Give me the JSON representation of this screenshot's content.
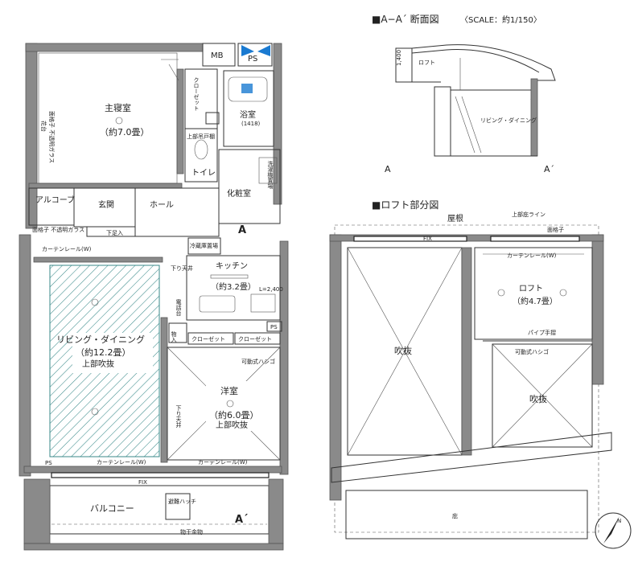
{
  "section": {
    "title": "■A−A´ 断面図",
    "scale": "〈SCALE：約1/150〉",
    "loft": "ロフト",
    "living_dining": "リビング・ダイニング",
    "marker_left": "A",
    "marker_right": "A´",
    "height_note": "1,400"
  },
  "loft_plan": {
    "title": "■ロフト部分図",
    "roof": "屋根",
    "roof_line": "上部庇ライン",
    "fix": "FIX",
    "railing": "面格子",
    "curtain_rail": "カーテンレール(W)",
    "void_left": "吹抜",
    "void_right": "吹抜",
    "loft_room": "ロフト",
    "loft_area": "（約4.7畳）",
    "pipe_rail": "パイプ手摺",
    "ladder": "可動式ハシゴ",
    "eaves": "庇"
  },
  "floor_plan": {
    "mb": "MB",
    "ps_top": "PS",
    "master_bedroom": "主寝室",
    "master_area": "（約7.0畳）",
    "closet": "クローゼット",
    "bath": "浴室",
    "bath_size": "(1418)",
    "toilet": "トイレ",
    "toilet_shelf": "上部吊戸棚",
    "washroom": "化粧室",
    "laundry": "洗濯機置場",
    "alcove": "アルコーブ",
    "entrance": "玄関",
    "hall": "ホール",
    "storage_under": "下足入",
    "marker_a": "A",
    "flowerbed": "花台",
    "window_grille": "面格子 不透明ガラス",
    "window_grille_2": "面格子 不透明ガラス",
    "fridge": "冷蔵庫置場",
    "kitchen": "キッチン",
    "kitchen_area": "（約3.2畳）",
    "kitchen_height": "L=2,400",
    "living_dining": "リビング・ダイニング",
    "living_area": "（約12.2畳）",
    "living_void": "上部吹抜",
    "lowered_ceiling": "下り天井",
    "lowered_ceiling_2": "下り天井",
    "phone_desk": "電話台",
    "storage": "物入",
    "closet_a": "クローゼット",
    "closet_b": "クローゼット",
    "ps_mid": "PS",
    "ladder": "可動式ハシゴ",
    "western_room": "洋室",
    "western_area": "（約6.0畳）",
    "western_void": "上部吹抜",
    "curtain_rail_top": "カーテンレール(W)",
    "curtain_rail_left": "カーテンレール(W)",
    "curtain_rail_right": "カーテンレール(W)",
    "ps_bottom": "PS",
    "fix": "FIX",
    "balcony": "バルコニー",
    "evac_hatch": "避難ハッチ",
    "drying_rack": "物干金物",
    "marker_a2": "A´"
  },
  "compass": {
    "label": "N"
  },
  "colors": {
    "wall": "#8a8a8a",
    "hatch": "#3a8a8a",
    "line": "#333333"
  }
}
